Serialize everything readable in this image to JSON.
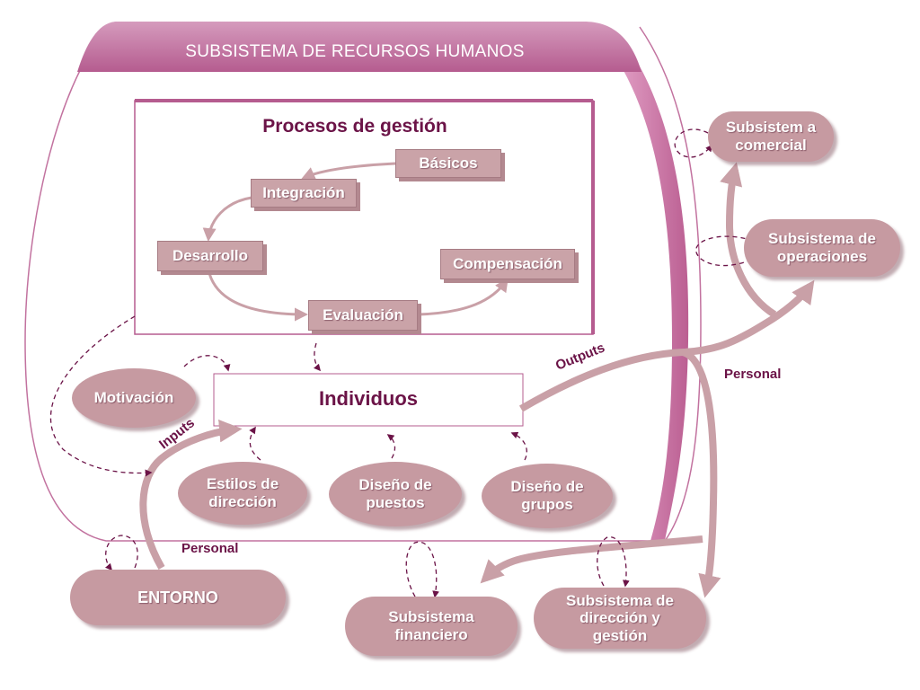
{
  "title": "SUBSISTEMA DE RECURSOS HUMANOS",
  "procesos": {
    "heading": "Procesos de gestión",
    "steps": [
      "Básicos",
      "Integración",
      "Desarrollo",
      "Evaluación",
      "Compensación"
    ]
  },
  "individuos": "Individuos",
  "factors": [
    "Motivación",
    "Estilos de dirección",
    "Diseño de puestos",
    "Diseño de grupos"
  ],
  "subsystems": {
    "comercial": "Subsistem a comercial",
    "operaciones": "Subsistema de operaciones",
    "financiero": "Subsistema financiero",
    "direccion": "Subsistema de dirección y gestión",
    "entorno": "ENTORNO"
  },
  "flows": {
    "inputs": "Inputs",
    "outputs": "Outputs",
    "personal_in": "Personal",
    "personal_out": "Personal"
  },
  "colors": {
    "banner": "#c2729f",
    "accent": "#6b1347",
    "node": "#c69aa1",
    "arrow": "#c9a0a7"
  }
}
